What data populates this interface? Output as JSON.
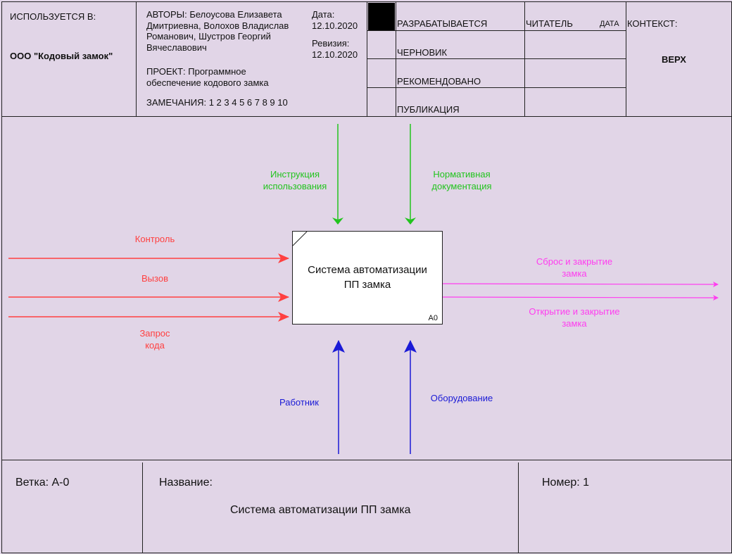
{
  "header": {
    "used_in_label": "ИСПОЛЬЗУЕТСЯ В:",
    "organization": "ООО \"Кодовый замок\"",
    "authors": "АВТОРЫ: Белоусова Елизавета\nДмитриевна, Волохов Владислав\nРоманович, Шустров Георгий\nВячеславович",
    "project": "ПРОЕКТ: Программное\nобеспечение кодового замка",
    "notes": "ЗАМЕЧАНИЯ: 1 2 3 4 5 6 7 8 9 10",
    "date_label": "Дата:",
    "date_value": "12.10.2020",
    "revision_label": "Ревизия:",
    "revision_value": "12.10.2020",
    "status": [
      "РАЗРАБАТЫВАЕТСЯ",
      "ЧЕРНОВИК",
      "РЕКОМЕНДОВАНО",
      "ПУБЛИКАЦИЯ"
    ],
    "reader_label": "ЧИТАТЕЛЬ",
    "reader_date_label": "ДАТА",
    "context_label": "КОНТЕКСТ:",
    "context_value": "ВЕРХ"
  },
  "diagram": {
    "box_title": "Система автоматизации\nПП замка",
    "box_node": "A0",
    "controls": [
      "Инструкция\nиспользования",
      "Нормативная\nдокументация"
    ],
    "inputs": [
      "Контроль",
      "Вызов",
      "Запрос\nкода"
    ],
    "outputs": [
      "Сброс и закрытие\nзамка",
      "Открытие и закрытие\nзамка"
    ],
    "mechanisms": [
      "Работник",
      "Оборудование"
    ],
    "colors": {
      "control": "#22c41e",
      "input": "#ff4040",
      "output": "#ff3df0",
      "mechanism": "#1a1ad6",
      "background": "#e1d5e7"
    }
  },
  "footer": {
    "branch": "Ветка: А-0",
    "name_label": "Название:",
    "name_value": "Система автоматизации ПП замка",
    "number": "Номер: 1"
  }
}
